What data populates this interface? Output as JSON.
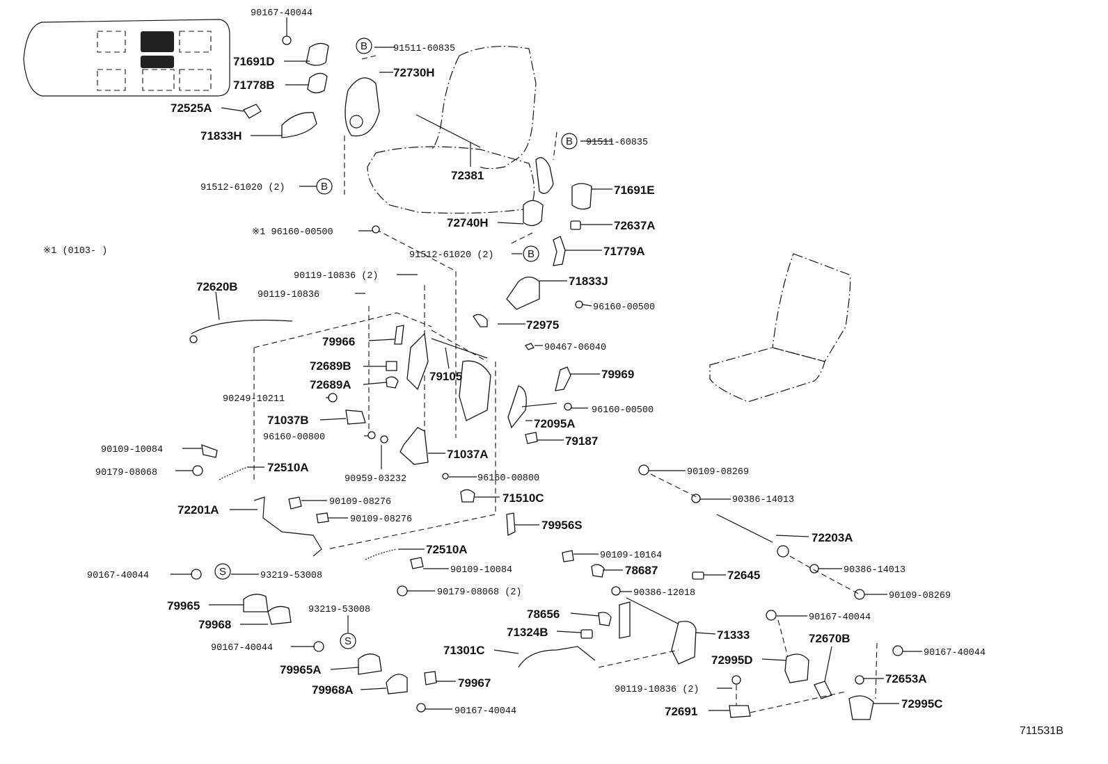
{
  "diagram": {
    "figure_id": "711531B",
    "footnote": "※1 (0103-      )",
    "footnote_prefix": "※1 96160-00500",
    "circle_b": "B",
    "circle_s": "S",
    "labels": {
      "p90167_40044_a": "90167-40044",
      "p71691d": "71691D",
      "p91511_60835_a": "91511-60835",
      "p72730h": "72730H",
      "p71778b": "71778B",
      "p72525a": "72525A",
      "p71833h": "71833H",
      "p91511_60835_b": "91511-60835",
      "p72381": "72381",
      "p91512_61020_a": "91512-61020 (2)",
      "p71691e": "71691E",
      "p72740h": "72740H",
      "p72637a": "72637A",
      "p96160_00500_a": "96160-00500",
      "p91512_61020_b": "91512-61020 (2)",
      "p71779a": "71779A",
      "p90119_10836_2": "90119-10836 (2)",
      "p90119_10836": "90119-10836",
      "p72620b": "72620B",
      "p71833j": "71833J",
      "p96160_00500_b": "96160-00500",
      "p72975": "72975",
      "p90467_06040": "90467-06040",
      "p79966": "79966",
      "p72689b": "72689B",
      "p79105": "79105",
      "p72689a": "72689A",
      "p79969": "79969",
      "p90249_10211": "90249-10211",
      "p96160_00500_c": "96160-00500",
      "p71037b": "71037B",
      "p72095a": "72095A",
      "p96160_00800_a": "96160-00800",
      "p79187": "79187",
      "p90109_10084_a": "90109-10084",
      "p71037a": "71037A",
      "p90179_08068": "90179-08068",
      "p72510a_a": "72510A",
      "p90959_03232": "90959-03232",
      "p96160_00800_b": "96160-00800",
      "p90109_08269_a": "90109-08269",
      "p71510c": "71510C",
      "p90109_08276_a": "90109-08276",
      "p90386_14013_a": "90386-14013",
      "p72201a": "72201A",
      "p90109_08276_b": "90109-08276",
      "p79956s": "79956S",
      "p72203a": "72203A",
      "p72510a_b": "72510A",
      "p90109_10164": "90109-10164",
      "p90386_14013_b": "90386-14013",
      "p90167_40044_b": "90167-40044",
      "p93219_53008_a": "93219-53008",
      "p90109_10084_b": "90109-10084",
      "p78687": "78687",
      "p72645": "72645",
      "p90179_08068_2": "90179-08068 (2)",
      "p90386_12018": "90386-12018",
      "p90109_08269_b": "90109-08269",
      "p79965": "79965",
      "p93219_53008_b": "93219-53008",
      "p78656": "78656",
      "p90167_40044_c": "90167-40044",
      "p79968": "79968",
      "p71324b": "71324B",
      "p71333": "71333",
      "p72670b": "72670B",
      "p90167_40044_d": "90167-40044",
      "p71301c": "71301C",
      "p72995d": "72995D",
      "p90167_40044_e": "90167-40044",
      "p79965a": "79965A",
      "p72653a": "72653A",
      "p79967": "79967",
      "p79968a": "79968A",
      "p90119_10836_2b": "90119-10836 (2)",
      "p72995c": "72995C",
      "p90167_40044_f": "90167-40044",
      "p72691": "72691"
    }
  }
}
